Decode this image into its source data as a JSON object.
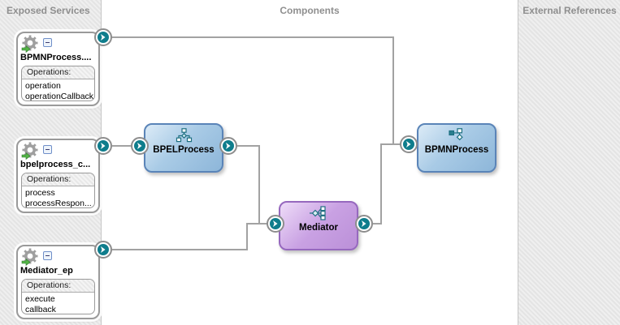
{
  "header": {
    "exposed_services": "Exposed Services",
    "components": "Components",
    "external_references": "External References"
  },
  "services": [
    {
      "title": "BPMNProcess....",
      "operations_label": "Operations:",
      "operations": [
        "operation",
        "operationCallback"
      ]
    },
    {
      "title": "bpelprocess_c...",
      "operations_label": "Operations:",
      "operations": [
        "process",
        "processRespon..."
      ]
    },
    {
      "title": "Mediator_ep",
      "operations_label": "Operations:",
      "operations": [
        "execute",
        "callback"
      ]
    }
  ],
  "components": [
    {
      "label": "BPELProcess",
      "type": "bpel",
      "color": "blue"
    },
    {
      "label": "Mediator",
      "type": "mediator",
      "color": "purple"
    },
    {
      "label": "BPMNProcess",
      "type": "bpmn",
      "color": "blue"
    }
  ],
  "icons": {
    "service": "gear-with-green-arrow-icon",
    "collapse": "collapse-minus-icon",
    "connector": "chevron-right-icon",
    "bpel": "bpel-process-tree-icon",
    "mediator": "mediator-routing-icon",
    "bpmn": "bpmn-process-flow-icon"
  },
  "colors": {
    "component_blue_fill": "#a9cbe6",
    "component_blue_border": "#5a84b8",
    "component_purple_fill": "#c9a1e3",
    "component_purple_border": "#9668be",
    "connector_teal": "#0f7d8c",
    "wire": "#a2a2a2",
    "lane_header_text": "#8f8f8f",
    "lane_background": "#eaeaea"
  }
}
